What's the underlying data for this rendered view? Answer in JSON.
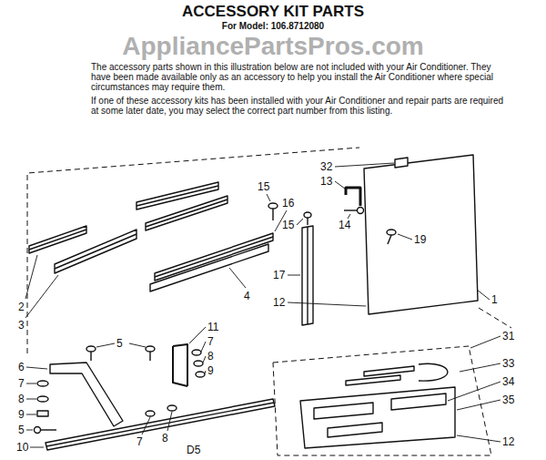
{
  "diagram": {
    "title": "ACCESSORY KIT PARTS",
    "labels": [
      "For Model: 106.8712080",
      "AppliancePartsPros.com",
      "The accessory parts shown in this illustration below are not included with your Air Conditioner. They have been made available only as an accessory to help you install the Air Conditioner where special circumstances may require them.",
      "If one of these accessory kits has been installed with your Air Conditioner and repair parts are required at some later date, you may select the correct part number from this listing.",
      "32",
      "13",
      "15",
      "16",
      "15",
      "14",
      "19",
      "17",
      "12",
      "1",
      "4",
      "2",
      "3",
      "5",
      "11",
      "7",
      "8",
      "9",
      "6",
      "7",
      "8",
      "9",
      "5",
      "10",
      "7",
      "8",
      "31",
      "33",
      "34",
      "35",
      "12",
      "D5"
    ]
  }
}
